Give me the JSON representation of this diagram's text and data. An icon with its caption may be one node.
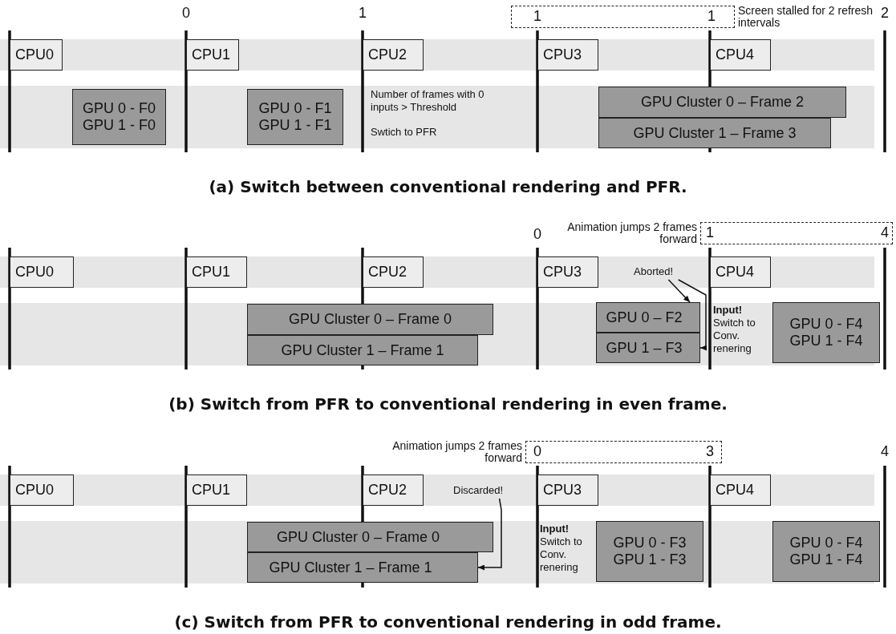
{
  "diagram": {
    "nodes": [
      {
        "text": [
          "1",
          "1"
        ],
        "beside": [
          "Screen stalled for 2 refresh intervals"
        ]
      },
      {
        "text": [
          "CPU0"
        ]
      },
      {
        "text": [
          "CPU1"
        ]
      },
      {
        "text": [
          "CPU2"
        ]
      },
      {
        "text": [
          "CPU3"
        ]
      },
      {
        "text": [
          "CPU4"
        ]
      },
      {
        "text": [
          "GPU 0 - F0",
          "GPU 1 - F0"
        ]
      },
      {
        "text": [
          "GPU 0 - F1",
          "GPU 1 - F1"
        ]
      },
      {
        "text": [
          "GPU Cluster 0 – Frame 2"
        ]
      },
      {
        "text": [
          "GPU Cluster 1 – Frame 3"
        ]
      },
      {
        "text": [
          "1",
          "4"
        ],
        "beside": [
          "Animation jumps 2 frames forward"
        ]
      },
      {
        "text": [
          "CPU0"
        ]
      },
      {
        "text": [
          "CPU1"
        ]
      },
      {
        "text": [
          "CPU2"
        ]
      },
      {
        "text": [
          "CPU3"
        ]
      },
      {
        "text": [
          "CPU4"
        ]
      },
      {
        "text": [
          "GPU Cluster 0 – Frame 0"
        ]
      },
      {
        "text": [
          "GPU Cluster 1 – Frame 1"
        ]
      },
      {
        "text": [
          "GPU 0 – F2"
        ]
      },
      {
        "text": [
          "GPU 1 – F3"
        ]
      },
      {
        "text": [
          "GPU 0 - F4",
          "GPU 1 - F4"
        ]
      },
      {
        "text": [
          "Aborted!"
        ]
      },
      {
        "text": [
          "0",
          "3"
        ],
        "beside": [
          "Animation jumps 2 frames forward"
        ]
      },
      {
        "text": [
          "CPU0"
        ]
      },
      {
        "text": [
          "CPU1"
        ]
      },
      {
        "text": [
          "CPU2"
        ]
      },
      {
        "text": [
          "CPU3"
        ]
      },
      {
        "text": [
          "CPU4"
        ]
      },
      {
        "text": [
          "Discarded!"
        ]
      },
      {
        "text": [
          "GPU Cluster 0 – Frame 0"
        ]
      },
      {
        "text": [
          "GPU Cluster 1 – Frame 1"
        ]
      },
      {
        "text": [
          "GPU 0 - F3",
          "GPU 1 - F3"
        ]
      },
      {
        "text": [
          "GPU 0 - F4",
          "GPU 1 - F4"
        ]
      }
    ],
    "edges": [
      {
        "from": 21,
        "to": 18,
        "arrow": "to"
      },
      {
        "from": 21,
        "to": 19,
        "arrow": "to"
      },
      {
        "from": 28,
        "to": 30,
        "arrow": "to"
      }
    ],
    "labels": [
      "0",
      "1",
      "2",
      "Number of frames with 0 inputs > Threshold",
      "Swtich to PFR",
      "(a) Switch between conventional rendering and PFR.",
      "0",
      "**Input!** Switch to Conv. renering",
      "(b) Switch from PFR to conventional rendering in even frame.",
      "4",
      "**Input!** Switch to Conv. renering",
      "(c) Switch from PFR to conventional rendering in odd frame."
    ]
  }
}
